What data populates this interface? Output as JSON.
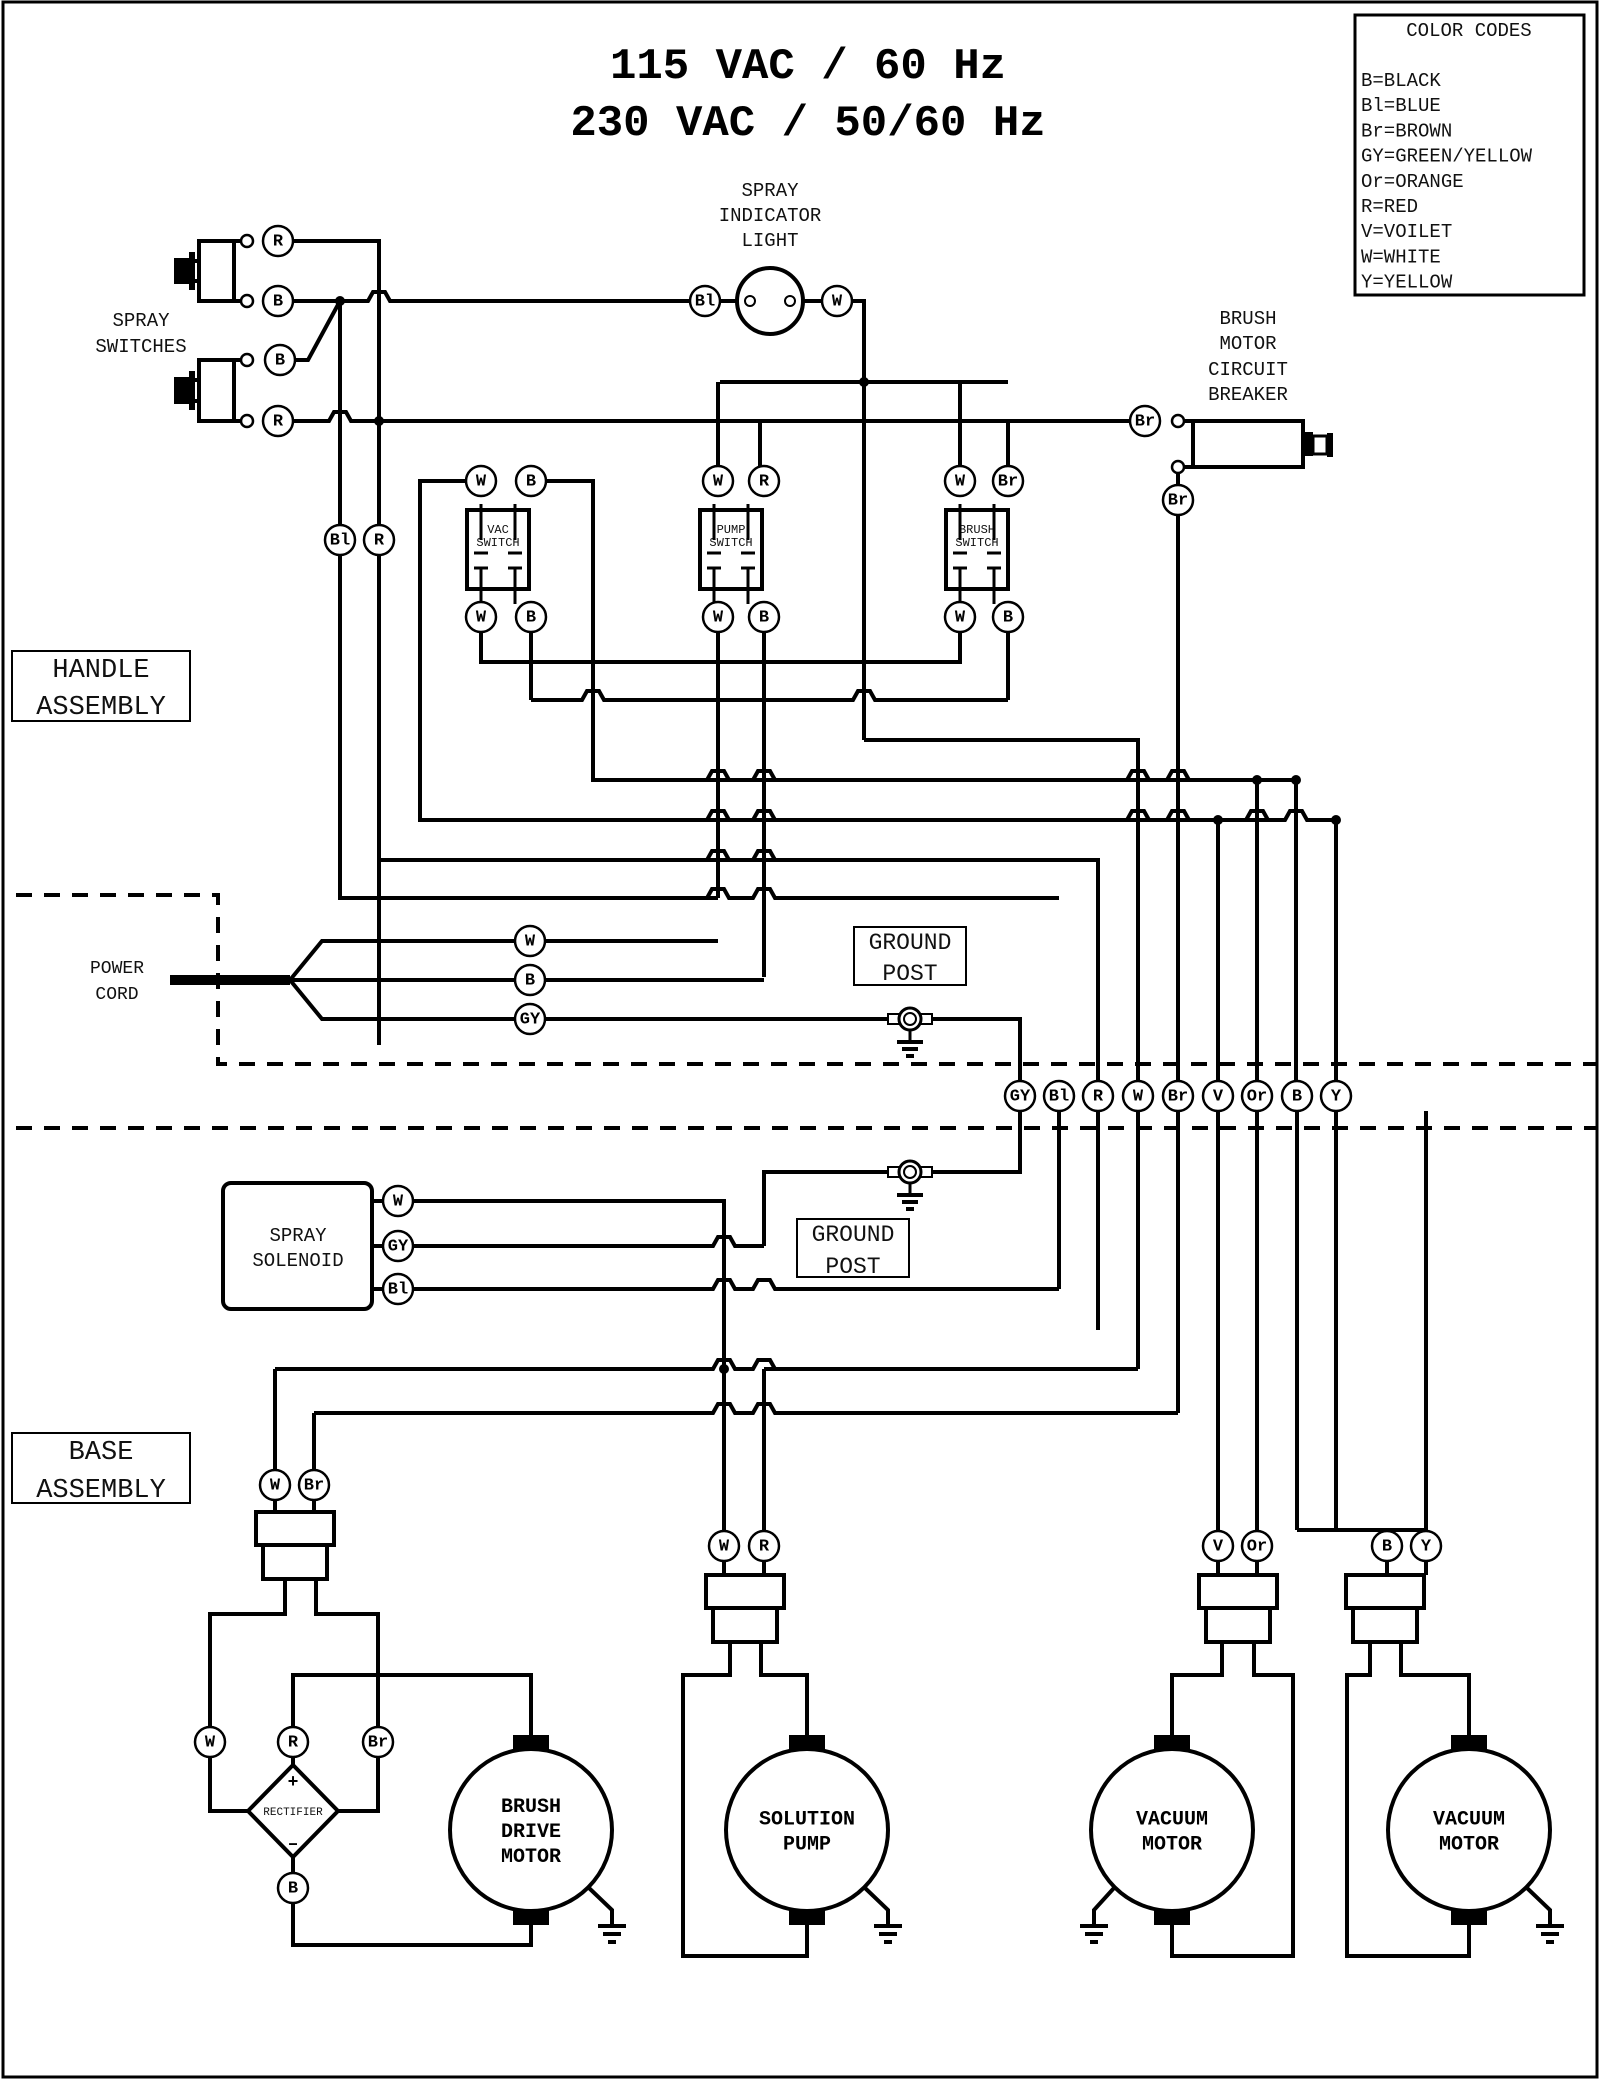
{
  "title": {
    "line1": "115 VAC / 60 Hz",
    "line2": "230 VAC / 50/60 Hz"
  },
  "color_codes": {
    "heading": "COLOR CODES",
    "entries": [
      "B=BLACK",
      "Bl=BLUE",
      "Br=BROWN",
      "GY=GREEN/YELLOW",
      "Or=ORANGE",
      "R=RED",
      "V=VOILET",
      "W=WHITE",
      "Y=YELLOW"
    ]
  },
  "sections": {
    "handle": [
      "HANDLE",
      "ASSEMBLY"
    ],
    "base": [
      "BASE",
      "ASSEMBLY"
    ]
  },
  "components": {
    "spray_indicator_light": [
      "SPRAY",
      "INDICATOR",
      "LIGHT"
    ],
    "spray_switches": [
      "SPRAY",
      "SWITCHES"
    ],
    "brush_motor_circuit_breaker": [
      "BRUSH",
      "MOTOR",
      "CIRCUIT",
      "BREAKER"
    ],
    "vac_switch": [
      "VAC",
      "SWITCH"
    ],
    "pump_switch": [
      "PUMP",
      "SWITCH"
    ],
    "brush_switch": [
      "BRUSH",
      "SWITCH"
    ],
    "power_cord": [
      "POWER",
      "CORD"
    ],
    "ground_post": [
      "GROUND",
      "POST"
    ],
    "spray_solenoid": [
      "SPRAY",
      "SOLENOID"
    ],
    "rectifier": "RECTIFIER",
    "rectifier_plus": "+",
    "rectifier_minus": "–",
    "brush_drive_motor": [
      "BRUSH",
      "DRIVE",
      "MOTOR"
    ],
    "solution_pump": [
      "SOLUTION",
      "PUMP"
    ],
    "vacuum_motor_1": [
      "VACUUM",
      "MOTOR"
    ],
    "vacuum_motor_2": [
      "VACUUM",
      "MOTOR"
    ]
  },
  "wire_tags": {
    "spray_switch_1": [
      "R",
      "B"
    ],
    "spray_switch_2": [
      "B",
      "R"
    ],
    "handle_verticals": [
      "Bl",
      "R"
    ],
    "indicator_light": [
      "Bl",
      "W"
    ],
    "breaker": [
      "Br",
      "Br"
    ],
    "vac_switch_top": [
      "W",
      "B"
    ],
    "vac_switch_bottom": [
      "W",
      "B"
    ],
    "pump_switch_top": [
      "W",
      "R"
    ],
    "pump_switch_bottom": [
      "W",
      "B"
    ],
    "brush_switch_top": [
      "W",
      "Br"
    ],
    "brush_switch_bottom": [
      "W",
      "B"
    ],
    "power_cord": [
      "W",
      "B",
      "GY"
    ],
    "junction_row": [
      "GY",
      "Bl",
      "R",
      "W",
      "Br",
      "V",
      "Or",
      "B",
      "Y"
    ],
    "solenoid": [
      "W",
      "GY",
      "Bl"
    ],
    "brush_motor_plug": [
      "W",
      "Br"
    ],
    "rectifier_inputs": [
      "W",
      "R",
      "Br"
    ],
    "rectifier_output": [
      "B"
    ],
    "pump_plug": [
      "W",
      "R"
    ],
    "vac1_plug": [
      "V",
      "Or"
    ],
    "vac2_plug": [
      "B",
      "Y"
    ]
  }
}
